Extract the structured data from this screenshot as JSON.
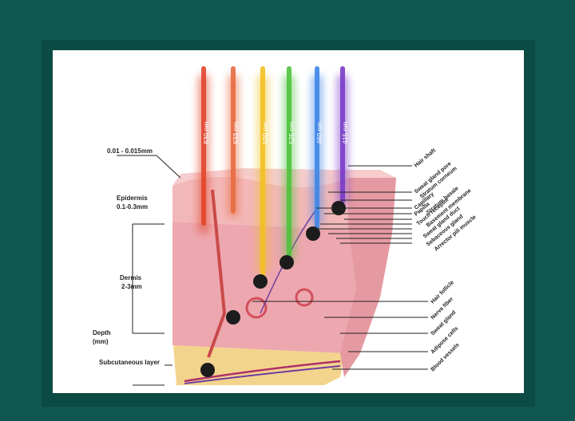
{
  "wavelengths": [
    {
      "label": "830 nm",
      "color": "#e2452c"
    },
    {
      "label": "633 nm",
      "color": "#e86a40"
    },
    {
      "label": "590 nm",
      "color": "#f2c020"
    },
    {
      "label": "525 nm",
      "color": "#4fc23c"
    },
    {
      "label": "460 nm",
      "color": "#3f86e6"
    },
    {
      "label": "415 nm",
      "color": "#7a3cc8"
    }
  ],
  "left_labels": {
    "top_thickness": "0.01 - 0.015mm",
    "epidermis": "Epidermis",
    "epidermis_thickness": "0.1-0.3mm",
    "dermis": "Dermis",
    "dermis_thickness": "2-3mm",
    "depth": "Depth",
    "depth_unit": "(mm)",
    "subcutaneous": "Subcutaneous layer"
  },
  "right_labels": [
    "Hair shaft",
    "Sweat gland pore",
    "Stratum corneum",
    "Capillary",
    "Papilla",
    "Stratum basale",
    "Touch receptor",
    "Basement membrane",
    "Sweat gland duct",
    "Sebaceous gland",
    "Arrector pili muscle",
    "Hair follicle",
    "Nerve fiber",
    "Sweat gland",
    "Adipose cells",
    "Blood vessels"
  ],
  "colors": {
    "background": "#0f5750",
    "skin": "#f2b8b8",
    "fat": "#f3d48c"
  }
}
